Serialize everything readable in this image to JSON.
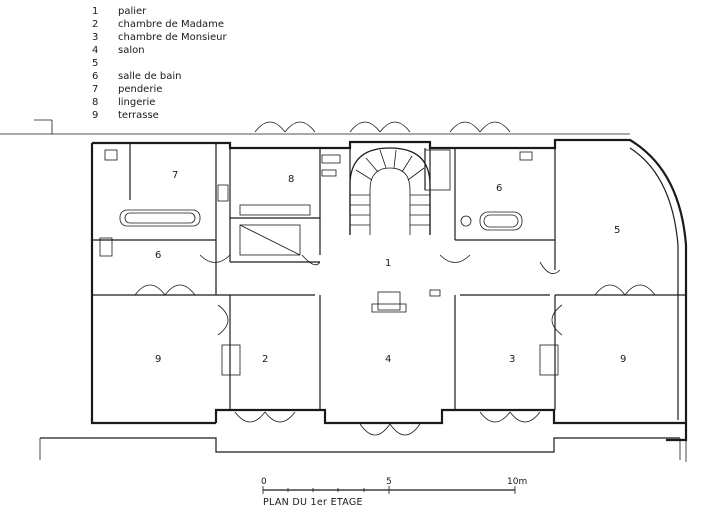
{
  "legend": [
    {
      "num": "1",
      "label": "palier"
    },
    {
      "num": "2",
      "label": "chambre de Madame"
    },
    {
      "num": "3",
      "label": "chambre de Monsieur"
    },
    {
      "num": "4",
      "label": "salon"
    },
    {
      "num": "5",
      "label": ""
    },
    {
      "num": "6",
      "label": "salle de bain"
    },
    {
      "num": "7",
      "label": "penderie"
    },
    {
      "num": "8",
      "label": "lingerie"
    },
    {
      "num": "9",
      "label": "terrasse"
    }
  ],
  "rooms": [
    {
      "id": "r7",
      "label": "7"
    },
    {
      "id": "r8",
      "label": "8"
    },
    {
      "id": "r6a",
      "label": "6"
    },
    {
      "id": "r6b",
      "label": "6"
    },
    {
      "id": "r5",
      "label": "5"
    },
    {
      "id": "r1",
      "label": "1"
    },
    {
      "id": "r9a",
      "label": "9"
    },
    {
      "id": "r2",
      "label": "2"
    },
    {
      "id": "r4",
      "label": "4"
    },
    {
      "id": "r3",
      "label": "3"
    },
    {
      "id": "r9b",
      "label": "9"
    }
  ],
  "scale": {
    "ticks": [
      "0",
      "5",
      "10m"
    ]
  },
  "title": "PLAN DU 1er ETAGE"
}
